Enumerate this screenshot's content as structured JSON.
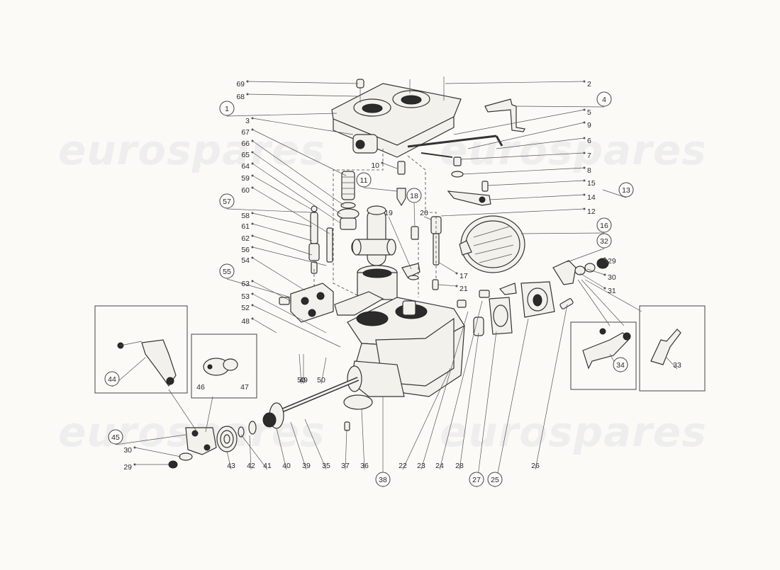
{
  "watermarks": [
    "eurospares",
    "eurospares",
    "eurospares",
    "eurospares"
  ],
  "callouts": [
    {
      "label": "69",
      "circled": false
    },
    {
      "label": "68",
      "circled": false
    },
    {
      "label": "1",
      "circled": true
    },
    {
      "label": "3",
      "circled": false
    },
    {
      "label": "67",
      "circled": false
    },
    {
      "label": "66",
      "circled": false
    },
    {
      "label": "65",
      "circled": false
    },
    {
      "label": "64",
      "circled": false
    },
    {
      "label": "59",
      "circled": false
    },
    {
      "label": "60",
      "circled": false
    },
    {
      "label": "57",
      "circled": true
    },
    {
      "label": "58",
      "circled": false
    },
    {
      "label": "61",
      "circled": false
    },
    {
      "label": "62",
      "circled": false
    },
    {
      "label": "56",
      "circled": false
    },
    {
      "label": "54",
      "circled": false
    },
    {
      "label": "55",
      "circled": true
    },
    {
      "label": "63",
      "circled": false
    },
    {
      "label": "53",
      "circled": false
    },
    {
      "label": "52",
      "circled": false
    },
    {
      "label": "48",
      "circled": false
    },
    {
      "label": "2",
      "circled": false
    },
    {
      "label": "4",
      "circled": true
    },
    {
      "label": "5",
      "circled": false
    },
    {
      "label": "9",
      "circled": false
    },
    {
      "label": "6",
      "circled": false
    },
    {
      "label": "7",
      "circled": false
    },
    {
      "label": "8",
      "circled": false
    },
    {
      "label": "15",
      "circled": false
    },
    {
      "label": "14",
      "circled": false
    },
    {
      "label": "13",
      "circled": true
    },
    {
      "label": "12",
      "circled": false
    },
    {
      "label": "16",
      "circled": true
    },
    {
      "label": "10",
      "circled": false
    },
    {
      "label": "11",
      "circled": true
    },
    {
      "label": "18",
      "circled": true
    },
    {
      "label": "19",
      "circled": false
    },
    {
      "label": "20",
      "circled": false
    },
    {
      "label": "17",
      "circled": false
    },
    {
      "label": "21",
      "circled": false
    },
    {
      "label": "32",
      "circled": true
    },
    {
      "label": "29",
      "circled": false
    },
    {
      "label": "30",
      "circled": false
    },
    {
      "label": "31",
      "circled": false
    },
    {
      "label": "34",
      "circled": true
    },
    {
      "label": "33",
      "circled": false
    },
    {
      "label": "44",
      "circled": true
    },
    {
      "label": "46",
      "circled": false
    },
    {
      "label": "47",
      "circled": false
    },
    {
      "label": "49",
      "circled": false
    },
    {
      "label": "50",
      "circled": false
    },
    {
      "label": "50",
      "circled": false
    },
    {
      "label": "45",
      "circled": true
    },
    {
      "label": "30",
      "circled": false
    },
    {
      "label": "29",
      "circled": false
    },
    {
      "label": "43",
      "circled": false
    },
    {
      "label": "42",
      "circled": false
    },
    {
      "label": "41",
      "circled": false
    },
    {
      "label": "40",
      "circled": false
    },
    {
      "label": "39",
      "circled": false
    },
    {
      "label": "35",
      "circled": false
    },
    {
      "label": "37",
      "circled": false
    },
    {
      "label": "36",
      "circled": false
    },
    {
      "label": "38",
      "circled": true
    },
    {
      "label": "22",
      "circled": false
    },
    {
      "label": "23",
      "circled": false
    },
    {
      "label": "24",
      "circled": false
    },
    {
      "label": "28",
      "circled": false
    },
    {
      "label": "27",
      "circled": true
    },
    {
      "label": "25",
      "circled": true
    },
    {
      "label": "26",
      "circled": false
    }
  ]
}
